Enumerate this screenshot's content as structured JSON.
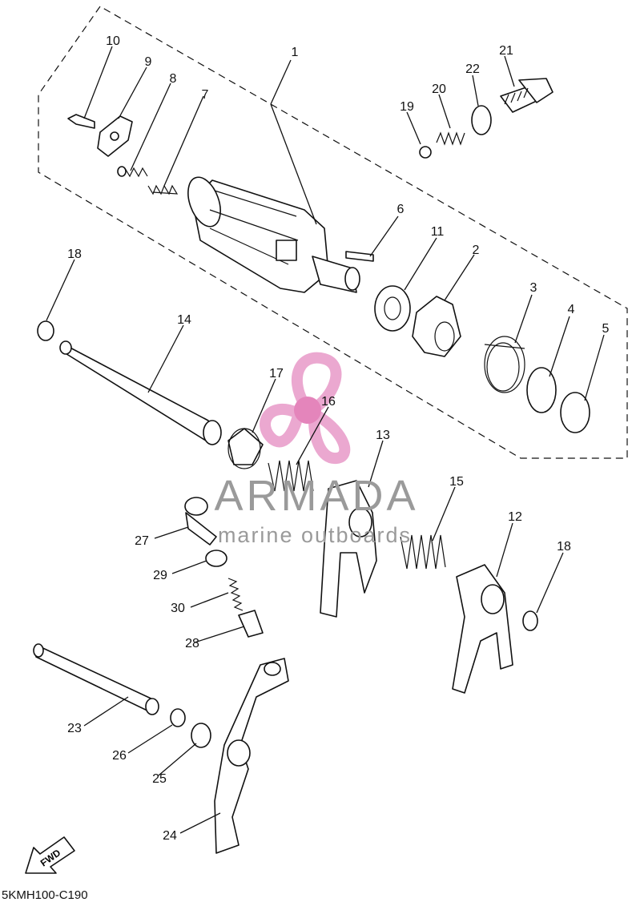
{
  "diagram": {
    "callouts": [
      "1",
      "2",
      "3",
      "4",
      "5",
      "6",
      "7",
      "8",
      "9",
      "10",
      "11",
      "12",
      "13",
      "14",
      "15",
      "16",
      "17",
      "18",
      "18",
      "19",
      "20",
      "21",
      "22",
      "23",
      "24",
      "25",
      "26",
      "27",
      "28",
      "29",
      "30"
    ],
    "part_code": "5KMH100-C190",
    "fwd_label": "FWD"
  },
  "watermark": {
    "brand": "ARMADA",
    "tagline": "marine outboards",
    "colors": {
      "logo_pink": "#e89ac8",
      "logo_dot": "#e070b0",
      "text_gray": "#9a9a9a"
    }
  }
}
